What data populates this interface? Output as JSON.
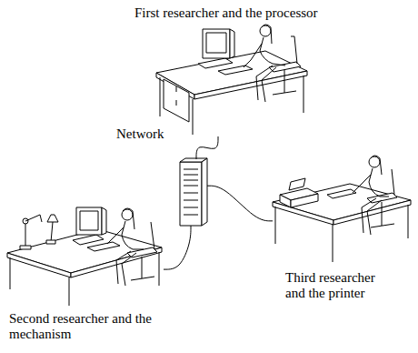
{
  "diagram": {
    "nodes": [
      {
        "text": [
          "First researcher and the processor"
        ]
      },
      {
        "text": [
          "Network"
        ]
      },
      {
        "text": [
          "Third researcher and the printer"
        ]
      },
      {
        "text": [
          "Second researcher and the mechanism"
        ]
      }
    ],
    "edges": [
      {
        "from": 0,
        "to": 1,
        "arrow": "none"
      },
      {
        "from": 1,
        "to": 2,
        "arrow": "none"
      },
      {
        "from": 1,
        "to": 3,
        "arrow": "none"
      }
    ]
  }
}
